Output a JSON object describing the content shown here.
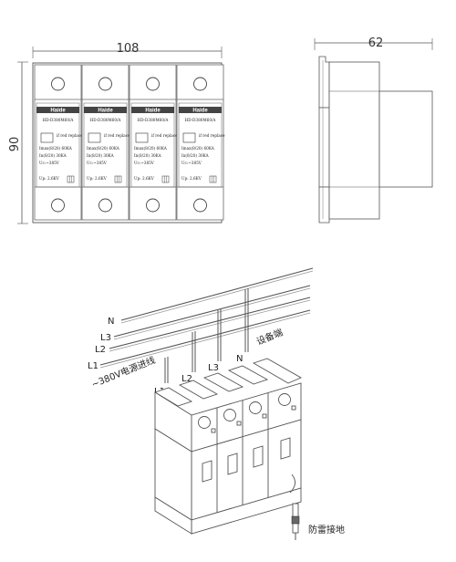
{
  "dimensions": {
    "width": "108",
    "height": "90",
    "depth": "62"
  },
  "module": {
    "brand": "Haide",
    "model": "HD-D380M60/A",
    "specs": [
      "Imax(8/20) 60KA",
      "In(8/20) 30KA",
      "Uc:~385V",
      "Up: 2.6KV"
    ],
    "indicator_text": "if red replace"
  },
  "wiring": {
    "bus_labels": [
      "N",
      "L3",
      "L2",
      "L1"
    ],
    "terminal_labels": [
      "L1",
      "L2",
      "L3",
      "N"
    ],
    "supply_label": "~380V电源进线",
    "equipment_label": "设备端",
    "ground_label": "防雷接地"
  }
}
